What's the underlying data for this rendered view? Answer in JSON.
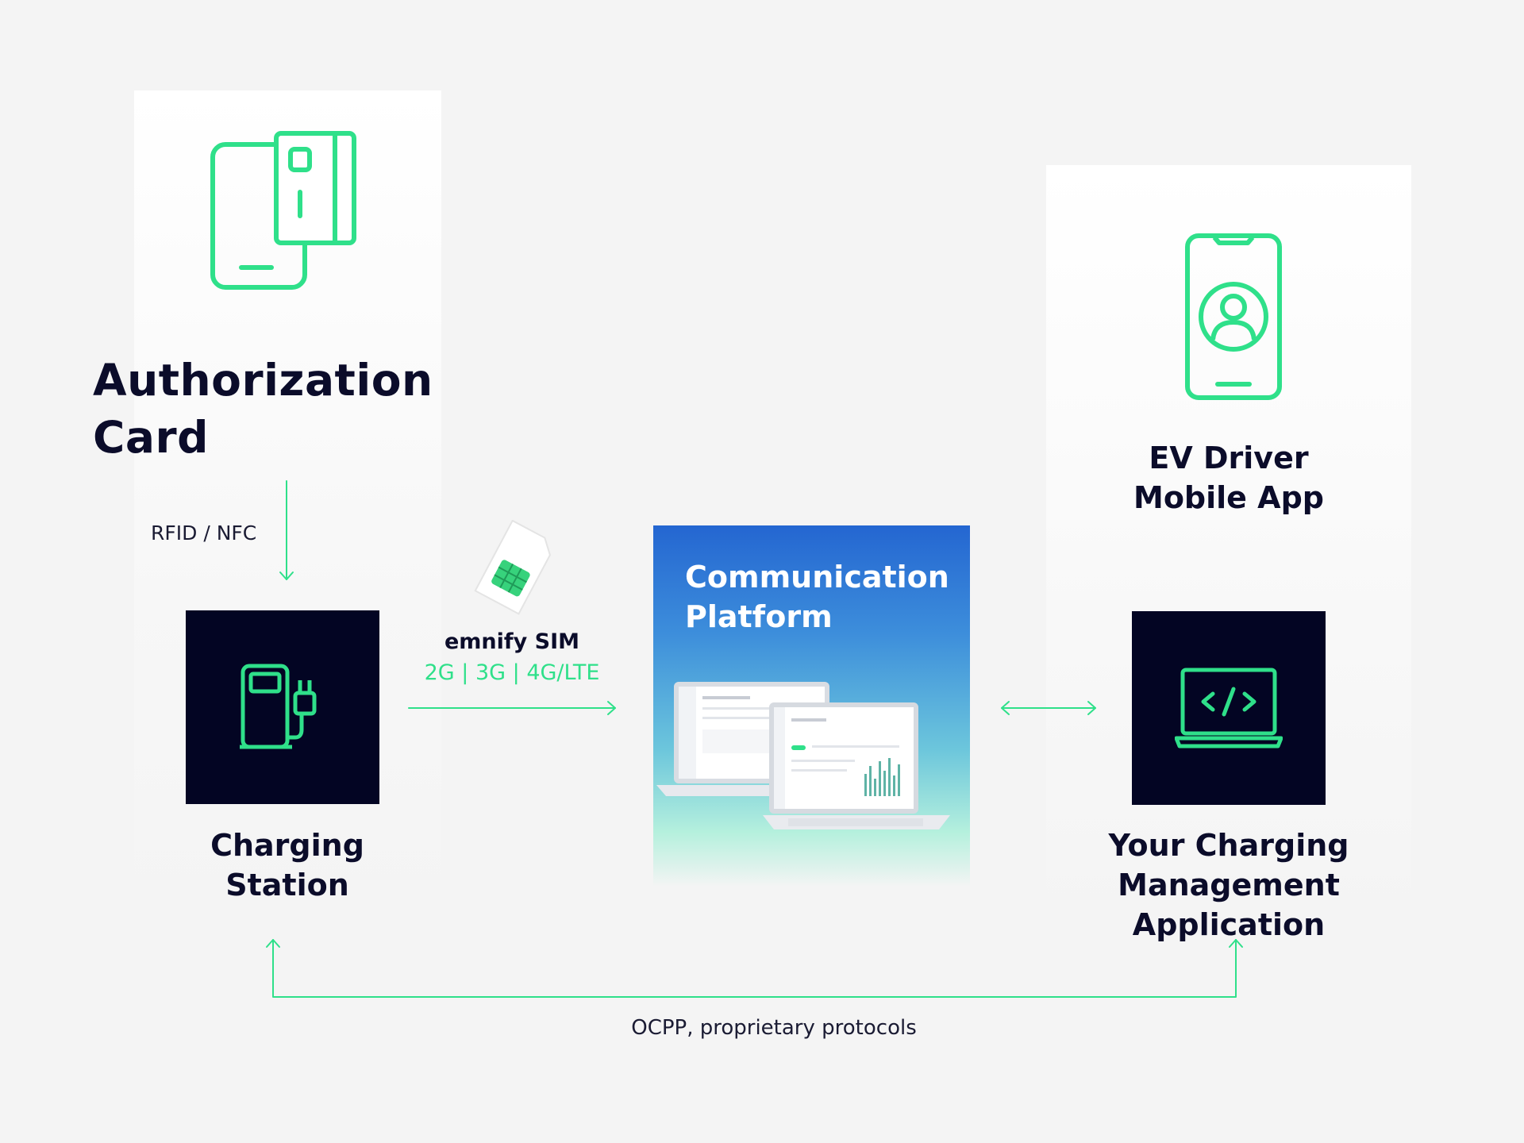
{
  "nodes": {
    "authorization_card": {
      "line1": "Authorization",
      "line2": "Card"
    },
    "ev_driver_app": {
      "line1": "EV Driver",
      "line2": "Mobile App"
    },
    "charging_station": {
      "line1": "Charging",
      "line2": "Station"
    },
    "communication_platform": {
      "line1": "Communication",
      "line2": "Platform"
    },
    "charging_management": {
      "line1": "Your Charging",
      "line2": "Management Application"
    }
  },
  "links": {
    "rfid": "RFID / NFC",
    "sim_name": "emnify SIM",
    "sim_networks": "2G | 3G | 4G/LTE",
    "ocpp": "OCPP, proprietary protocols"
  },
  "colors": {
    "accent": "#2fe08a",
    "dark": "#030523",
    "title": "#0b0c2a"
  },
  "icons": [
    "phone-card-icon",
    "phone-user-icon",
    "charging-station-icon",
    "laptop-code-icon",
    "sim-card-icon",
    "laptops-icon"
  ]
}
